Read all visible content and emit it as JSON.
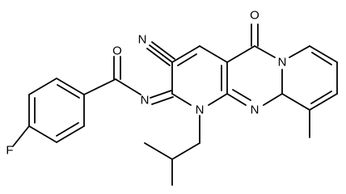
{
  "atoms": [
    {
      "name": "oxygen-amide",
      "symbol": "O"
    },
    {
      "name": "nitrogen-imine",
      "symbol": "N"
    },
    {
      "name": "fluorine",
      "symbol": "F"
    },
    {
      "name": "nitrogen-nitrile",
      "symbol": "N"
    },
    {
      "name": "oxygen-carbonyl",
      "symbol": "O"
    },
    {
      "name": "nitrogen-ring-1",
      "symbol": "N"
    },
    {
      "name": "nitrogen-ring-2",
      "symbol": "N"
    },
    {
      "name": "nitrogen-ring-3",
      "symbol": "N"
    }
  ]
}
